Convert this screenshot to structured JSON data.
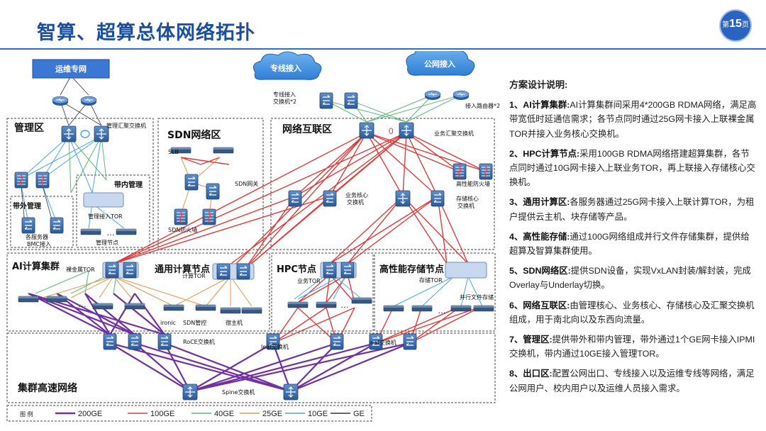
{
  "page": {
    "title": "智算、超算总体网络拓扑",
    "badge_prefix": "第",
    "badge_number": "15",
    "badge_suffix": "页"
  },
  "zones": {
    "ops": "运维专网",
    "mgmt": "管理区",
    "sdn": "SDN网络区",
    "interconnect": "网络互联区",
    "ai": "AI计算集群",
    "general": "通用计算节点",
    "hpc": "HPC节点",
    "storage": "高性能存储节点",
    "cluster": "集群高速网络",
    "oob": "带外管理",
    "inband": "带内管理"
  },
  "clouds": {
    "dedicated": "专线接入",
    "public": "公网接入"
  },
  "labels": {
    "dedicated_access_1": "专线接入",
    "dedicated_access_2": "交换机*2",
    "access_router": "接入路由器*2",
    "mgmt_agg": "管理汇聚交换机",
    "biz_agg": "业务汇聚交换机",
    "lb": "SLB",
    "sdn_gw": "SDN网关",
    "sdn_fw": "SDN防火墙",
    "biz_core_1": "业务核心",
    "biz_core_2": "交换机",
    "hp_fw": "高性能防火墙",
    "store_core_1": "存储核心",
    "store_core_2": "交换机",
    "servers_1": "各服务器",
    "servers_2": "BMC接入",
    "mgmt_tor": "管理接入TOR",
    "mgmt_node": "管理节点",
    "baremetal_tor": "裸金属TOR",
    "compute_tor": "计算TOR",
    "biz_tor": "业务TOR",
    "store_tor": "存储TOR",
    "ironic": "ironic",
    "sdn_ctrl": "SDN管控",
    "host": "宿主机",
    "pfs": "并行文件存储",
    "roce": "RoCE交换机",
    "leaf1": "leaf交换机",
    "leaf2": "leaf交换机",
    "spine": "Spine交换机",
    "ellipsis": "…",
    "zero": "0"
  },
  "legend": {
    "title": "图 例",
    "items": [
      {
        "label": "200GE",
        "color": "#7030a0"
      },
      {
        "label": "100GE",
        "color": "#e03a3a"
      },
      {
        "label": "40GE",
        "color": "#5fb87a"
      },
      {
        "label": "25GE",
        "color": "#e8954a"
      },
      {
        "label": "10GE",
        "color": "#4aa6e0"
      },
      {
        "label": "GE",
        "color": "#333333"
      }
    ]
  },
  "description": {
    "heading": "方案设计说明:",
    "items": [
      {
        "no": "1、",
        "key": "AI计算集群:",
        "text": "AI计算集群间采用4*200GB RDMA网络，满足高带宽低时延通信需求；各节点同时通过25G网卡接入上联裸金属TOR并接入业务核心交换机。"
      },
      {
        "no": "2、",
        "key": "HPC计算节点:",
        "text": "采用100GB RDMA网络搭建超算集群，各节点同时通过10G网卡接入上联业务TOR，再上联接入存储核心交换机。"
      },
      {
        "no": "3、",
        "key": "通用计算区:",
        "text": "各服务器通过25G网卡接入上联计算TOR，为租户提供云主机、块存储等产品。"
      },
      {
        "no": "4、",
        "key": "高性能存储:",
        "text": "通过100G网络组成并行文件存储集群，提供给超算及智算集群使用。"
      },
      {
        "no": "5、",
        "key": "SDN网络区:",
        "text": "提供SDN设备，实现VxLAN封装/解封装，完成Overlay与Underlay切换。"
      },
      {
        "no": "6、",
        "key": "网络互联区:",
        "text": "由管理核心、业务核心、存储核心及汇聚交换机组成，用于南北向以及东西向流量。"
      },
      {
        "no": "7、",
        "key": "管理区:",
        "text": "提供带外和带内管理，带外通过1个GE网卡接入IPMI交换机，带内通过10GE接入管理TOR。"
      },
      {
        "no": "8、",
        "key": "出口区:",
        "text": "配置公网出口、专线接入以及运维专线等网络，满足公网用户、校内用户以及运维人员接入需求。"
      }
    ]
  }
}
